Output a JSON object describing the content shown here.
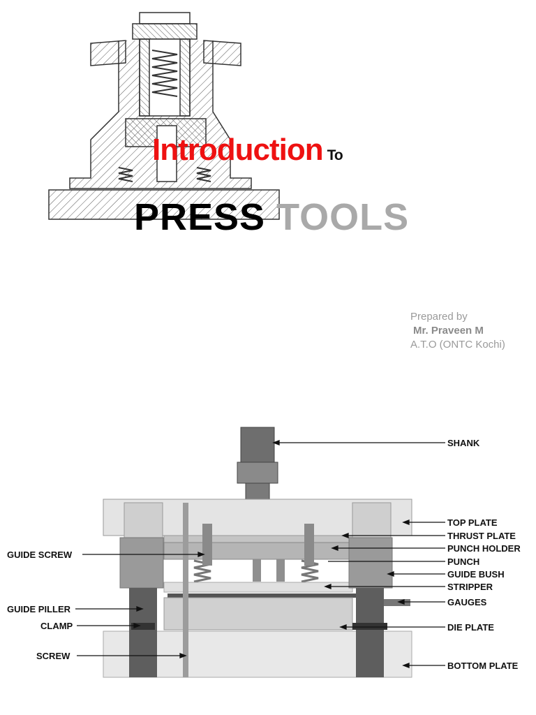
{
  "title": {
    "intro": "Introduction",
    "to": "To",
    "press": "PRESS",
    "tools": "TOOLS"
  },
  "credits": {
    "prepared_by": "Prepared by",
    "name": "Mr. Praveen M",
    "designation": "A.T.O (ONTC Kochi)"
  },
  "diagram_labels": {
    "shank": "SHANK",
    "top_plate": "TOP PLATE",
    "thrust_plate": "THRUST PLATE",
    "punch_holder": "PUNCH HOLDER",
    "punch": "PUNCH",
    "guide_bush": "GUIDE BUSH",
    "stripper": "STRIPPER",
    "gauges": "GAUGES",
    "die_plate": "DIE PLATE",
    "bottom_plate": "BOTTOM PLATE",
    "guide_screw": "GUIDE SCREW",
    "guide_piller": "GUIDE PILLER",
    "clamp": "CLAMP",
    "screw": "SCREW"
  }
}
